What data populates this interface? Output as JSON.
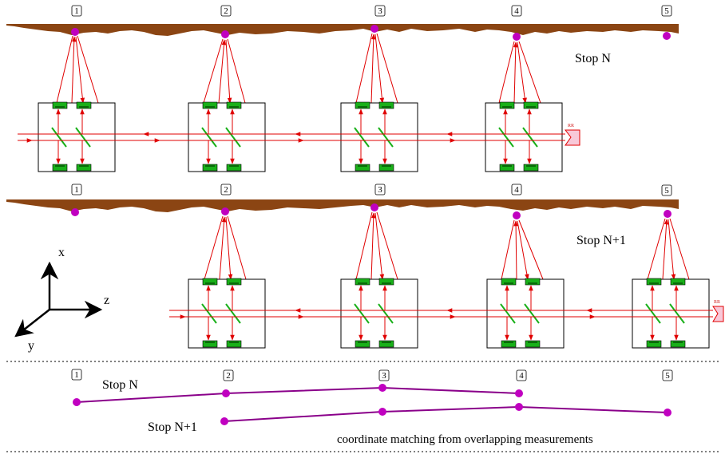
{
  "colors": {
    "beam": "#e00000",
    "ground": "#8b4513",
    "marker": "#c000c0",
    "path": "#8a008a",
    "detector": "#19b019",
    "retroreflector": "#f8c8d8"
  },
  "panel_top": {
    "stop_label": "Stop N",
    "marker_numbers": [
      "1",
      "2",
      "3",
      "4",
      "5"
    ],
    "retroreflector_label": "RR"
  },
  "panel_middle": {
    "stop_label": "Stop N+1",
    "marker_numbers": [
      "1",
      "2",
      "3",
      "4",
      "5"
    ],
    "retroreflector_label": "RR"
  },
  "axes": {
    "x_label": "x",
    "y_label": "y",
    "z_label": "z"
  },
  "panel_bottom": {
    "marker_numbers": [
      "1",
      "2",
      "3",
      "4",
      "5"
    ],
    "stop_n_label": "Stop N",
    "stop_n1_label": "Stop N+1",
    "caption": "coordinate matching from overlapping measurements"
  },
  "icons": [
    "retroreflector-icon",
    "ccd-icon",
    "beam-splitter-icon"
  ]
}
